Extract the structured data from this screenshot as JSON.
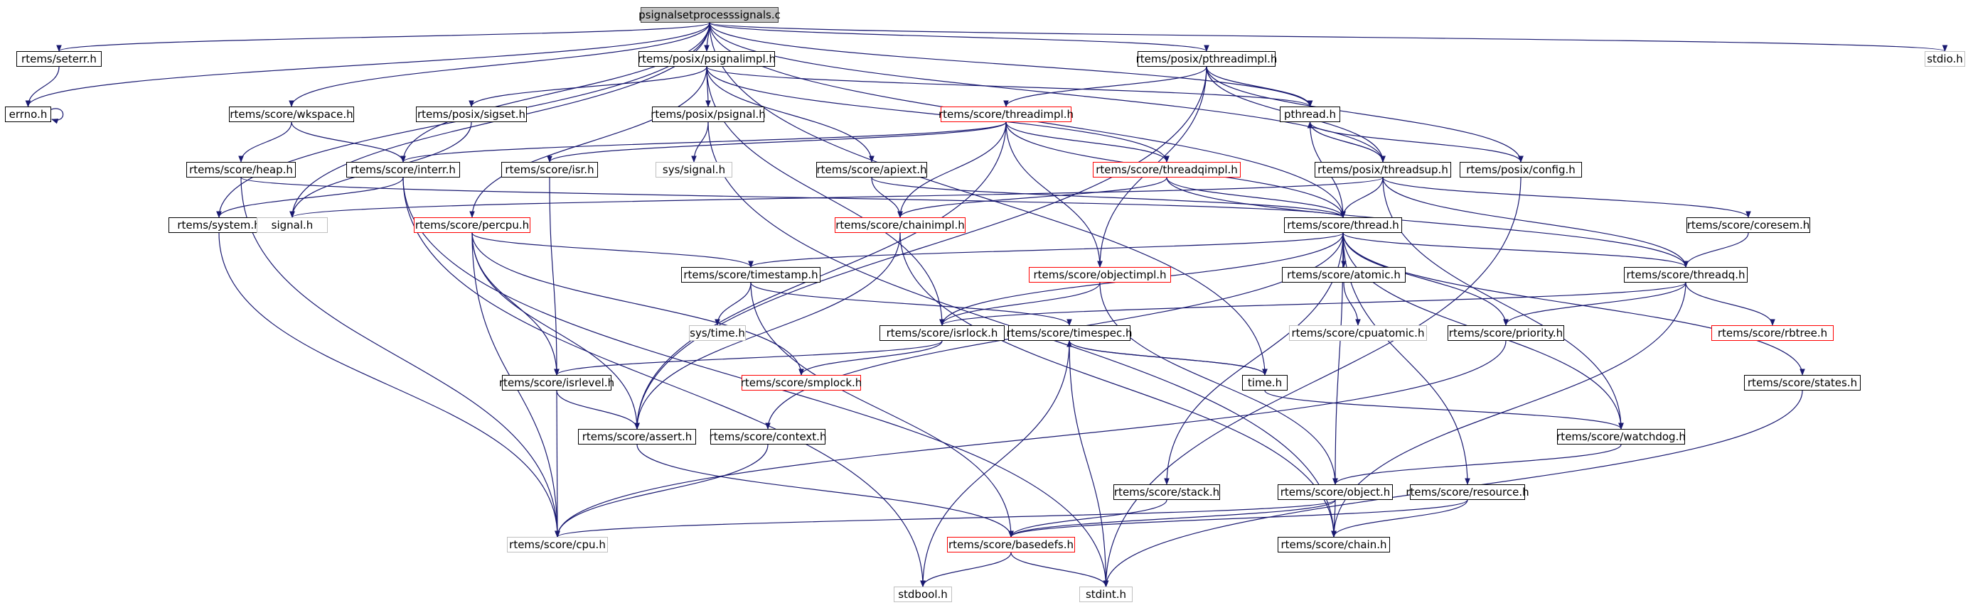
{
  "graph": {
    "root": "psignalsetprocesssignals.c",
    "edge_color": "#191970",
    "nodes": {
      "root": "psignalsetprocesssignals.c",
      "seterr": "rtems/seterr.h",
      "errno": "errno.h",
      "psignalimpl": "rtems/posix/psignalimpl.h",
      "pthreadimpl": "rtems/posix/pthreadimpl.h",
      "stdio": "stdio.h",
      "wkspace": "rtems/score/wkspace.h",
      "sigset": "rtems/posix/sigset.h",
      "psignal": "rtems/posix/psignal.h",
      "threadimpl": "rtems/score/threadimpl.h",
      "pthread": "pthread.h",
      "heap": "rtems/score/heap.h",
      "interr": "rtems/score/interr.h",
      "isr": "rtems/score/isr.h",
      "apiext": "rtems/score/apiext.h",
      "threadqimpl": "rtems/score/threadqimpl.h",
      "threadsup": "rtems/posix/threadsup.h",
      "config": "rtems/posix/config.h",
      "system": "rtems/system.h",
      "signal": "signal.h",
      "syssignal": "sys/signal.h",
      "percpu": "rtems/score/percpu.h",
      "chainimpl": "rtems/score/chainimpl.h",
      "thread": "rtems/score/thread.h",
      "coresem": "rtems/score/coresem.h",
      "timestamp": "rtems/score/timestamp.h",
      "objectimpl": "rtems/score/objectimpl.h",
      "atomic": "rtems/score/atomic.h",
      "threadq": "rtems/score/threadq.h",
      "systime": "sys/time.h",
      "isrlock": "rtems/score/isrlock.h",
      "timespec": "rtems/score/timespec.h",
      "cpuatomic": "rtems/score/cpuatomic.h",
      "priority": "rtems/score/priority.h",
      "rbtree": "rtems/score/rbtree.h",
      "isrlevel": "rtems/score/isrlevel.h",
      "smplock": "rtems/score/smplock.h",
      "timeh": "time.h",
      "states": "rtems/score/states.h",
      "assert": "rtems/score/assert.h",
      "context": "rtems/score/context.h",
      "watchdog": "rtems/score/watchdog.h",
      "stack": "rtems/score/stack.h",
      "object": "rtems/score/object.h",
      "resource": "rtems/score/resource.h",
      "cpu": "rtems/score/cpu.h",
      "basedefs": "rtems/score/basedefs.h",
      "chain": "rtems/score/chain.h",
      "stdbool": "stdbool.h",
      "stdint": "stdint.h"
    },
    "edges": [
      [
        "root",
        "seterr"
      ],
      [
        "root",
        "errno"
      ],
      [
        "root",
        "psignalimpl"
      ],
      [
        "root",
        "pthreadimpl"
      ],
      [
        "root",
        "stdio"
      ],
      [
        "root",
        "wkspace"
      ],
      [
        "root",
        "signal"
      ],
      [
        "root",
        "system"
      ],
      [
        "root",
        "interr"
      ],
      [
        "root",
        "pthread"
      ],
      [
        "root",
        "threadsup"
      ],
      [
        "root",
        "thread"
      ],
      [
        "root",
        "timeh"
      ],
      [
        "seterr",
        "errno"
      ],
      [
        "errno",
        "errno"
      ],
      [
        "psignalimpl",
        "sigset"
      ],
      [
        "psignalimpl",
        "psignal"
      ],
      [
        "psignalimpl",
        "apiext"
      ],
      [
        "psignalimpl",
        "threadqimpl"
      ],
      [
        "psignalimpl",
        "percpu"
      ],
      [
        "psignalimpl",
        "pthread"
      ],
      [
        "psignalimpl",
        "isrlock"
      ],
      [
        "pthreadimpl",
        "threadimpl"
      ],
      [
        "pthreadimpl",
        "pthread"
      ],
      [
        "pthreadimpl",
        "config"
      ],
      [
        "pthreadimpl",
        "threadsup"
      ],
      [
        "pthreadimpl",
        "objectimpl"
      ],
      [
        "pthreadimpl",
        "assert"
      ],
      [
        "wkspace",
        "heap"
      ],
      [
        "wkspace",
        "interr"
      ],
      [
        "sigset",
        "signal"
      ],
      [
        "psignal",
        "syssignal"
      ],
      [
        "psignal",
        "chain"
      ],
      [
        "threadimpl",
        "interr"
      ],
      [
        "threadimpl",
        "isr"
      ],
      [
        "threadimpl",
        "threadqimpl"
      ],
      [
        "threadimpl",
        "chainimpl"
      ],
      [
        "threadimpl",
        "thread"
      ],
      [
        "threadimpl",
        "objectimpl"
      ],
      [
        "threadimpl",
        "assert"
      ],
      [
        "pthread",
        "thread"
      ],
      [
        "pthread",
        "config"
      ],
      [
        "pthread",
        "threadsup"
      ],
      [
        "heap",
        "cpu"
      ],
      [
        "heap",
        "thread"
      ],
      [
        "interr",
        "system"
      ],
      [
        "interr",
        "stdbool"
      ],
      [
        "interr",
        "stdint"
      ],
      [
        "isr",
        "isrlevel"
      ],
      [
        "apiext",
        "chainimpl"
      ],
      [
        "apiext",
        "thread"
      ],
      [
        "threadqimpl",
        "chainimpl"
      ],
      [
        "threadqimpl",
        "thread"
      ],
      [
        "threadqimpl",
        "threadq"
      ],
      [
        "threadsup",
        "pthread"
      ],
      [
        "threadsup",
        "signal"
      ],
      [
        "threadsup",
        "thread"
      ],
      [
        "threadsup",
        "coresem"
      ],
      [
        "threadsup",
        "threadq"
      ],
      [
        "threadsup",
        "watchdog"
      ],
      [
        "config",
        "stdint"
      ],
      [
        "system",
        "cpu"
      ],
      [
        "percpu",
        "timestamp"
      ],
      [
        "percpu",
        "isrlevel"
      ],
      [
        "percpu",
        "assert"
      ],
      [
        "percpu",
        "cpu"
      ],
      [
        "percpu",
        "smplock"
      ],
      [
        "chainimpl",
        "assert"
      ],
      [
        "chainimpl",
        "chain"
      ],
      [
        "thread",
        "timestamp"
      ],
      [
        "thread",
        "atomic"
      ],
      [
        "thread",
        "threadq"
      ],
      [
        "thread",
        "isrlock"
      ],
      [
        "thread",
        "priority"
      ],
      [
        "thread",
        "context"
      ],
      [
        "thread",
        "watchdog"
      ],
      [
        "thread",
        "object"
      ],
      [
        "thread",
        "resource"
      ],
      [
        "thread",
        "states"
      ],
      [
        "thread",
        "stack"
      ],
      [
        "coresem",
        "threadq"
      ],
      [
        "timestamp",
        "systime"
      ],
      [
        "timestamp",
        "timespec"
      ],
      [
        "timestamp",
        "basedefs"
      ],
      [
        "objectimpl",
        "isrlock"
      ],
      [
        "objectimpl",
        "object"
      ],
      [
        "atomic",
        "cpuatomic"
      ],
      [
        "threadq",
        "rbtree"
      ],
      [
        "threadq",
        "priority"
      ],
      [
        "threadq",
        "isrlock"
      ],
      [
        "threadq",
        "chain"
      ],
      [
        "isrlock",
        "isrlevel"
      ],
      [
        "isrlock",
        "smplock"
      ],
      [
        "timespec",
        "timeh"
      ],
      [
        "timespec",
        "stdbool"
      ],
      [
        "timespec",
        "stdint"
      ],
      [
        "timeh",
        "timespec"
      ],
      [
        "timeh",
        "watchdog"
      ],
      [
        "priority",
        "cpu"
      ],
      [
        "isrlevel",
        "cpu"
      ],
      [
        "isrlevel",
        "assert"
      ],
      [
        "states",
        "stdint"
      ],
      [
        "assert",
        "basedefs"
      ],
      [
        "context",
        "cpu"
      ],
      [
        "watchdog",
        "object"
      ],
      [
        "stack",
        "basedefs"
      ],
      [
        "object",
        "cpu"
      ],
      [
        "object",
        "chain"
      ],
      [
        "object",
        "basedefs"
      ],
      [
        "resource",
        "basedefs"
      ],
      [
        "resource",
        "chain"
      ],
      [
        "basedefs",
        "stdbool"
      ],
      [
        "basedefs",
        "stdint"
      ]
    ]
  }
}
